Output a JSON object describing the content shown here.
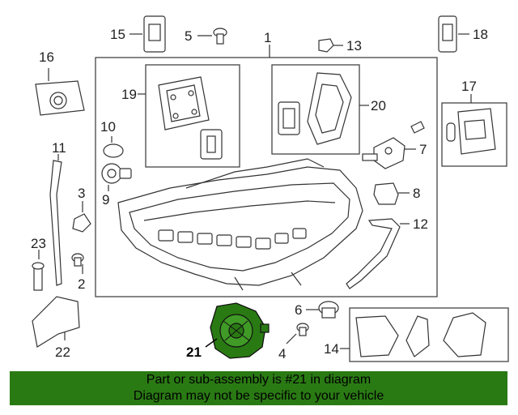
{
  "diagram": {
    "callouts": {
      "c1": "1",
      "c2": "2",
      "c3": "3",
      "c4": "4",
      "c5": "5",
      "c6": "6",
      "c7": "7",
      "c8": "8",
      "c9": "9",
      "c10": "10",
      "c11": "11",
      "c12": "12",
      "c13": "13",
      "c14": "14",
      "c15": "15",
      "c16": "16",
      "c17": "17",
      "c18": "18",
      "c19": "19",
      "c20": "20",
      "c21": "21",
      "c22": "22",
      "c23": "23"
    },
    "highlight_color": "#2a7a14"
  },
  "footer": {
    "line1": "Part or sub-assembly is #21 in diagram",
    "line2": "Diagram may not be specific to your vehicle",
    "background": "#2a7a14"
  }
}
